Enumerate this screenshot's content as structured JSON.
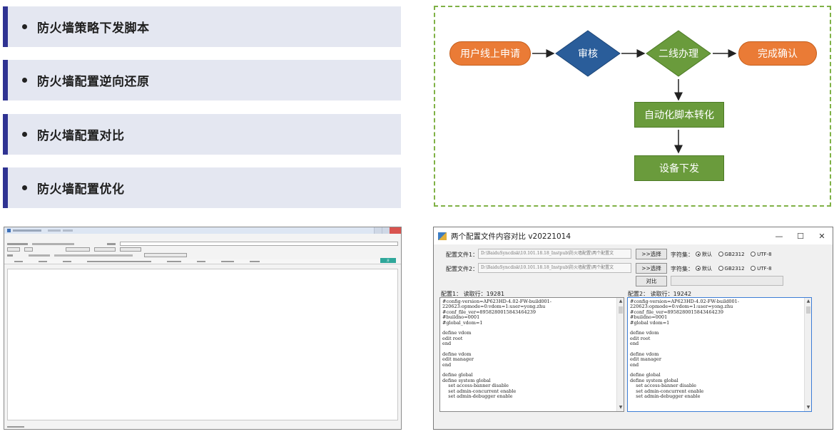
{
  "bullets": [
    {
      "text": "防火墙策略下发脚本"
    },
    {
      "text": "防火墙配置逆向还原"
    },
    {
      "text": "防火墙配置对比"
    },
    {
      "text": "防火墙配置优化"
    }
  ],
  "flow": {
    "n1": "用户线上申请",
    "n2": "审核",
    "n3": "二线办理",
    "n4": "完成确认",
    "n5": "自动化脚本转化",
    "n6": "设备下发"
  },
  "colors": {
    "accent_bar": "#2f3392",
    "card_bg": "#e4e7f1",
    "orange": "#ea7b36",
    "blue_diamond": "#2a5d9a",
    "green": "#6a9b3c",
    "border_green": "#7fb145"
  },
  "compare_app": {
    "title": "两个配置文件内容对比 v20221014",
    "win_min": "—",
    "win_max": "☐",
    "win_close": "✕",
    "file1_label": "配置文件1：",
    "file2_label": "配置文件2：",
    "file1_path": "D:\\BaiduSyncdisk\\10.101.18.18_Instpub\\防火墙配置\\两个配置文",
    "file2_path": "D:\\BaiduSyncdisk\\10.101.18.18_Instpub\\防火墙配置\\两个配置文",
    "choose_btn": ">>选择",
    "charset_label": "字符集：",
    "opt_default": "默认",
    "opt_gb2312": "GB2312",
    "opt_utf8": "UTF-8",
    "compare_btn": "对比",
    "left_header": "配置1：  读取行：19281",
    "right_header": "配置2：  读取行：19242",
    "left_lines": [
      "#config-version=AP623HD-4.02-FW-build001-",
      "220623:opmode=0:vdom=1:user=yong.zhu",
      "#conf_file_ver=8958280015843464239",
      "#buildno=0001",
      "#global_vdom=1",
      "",
      "define vdom",
      "edit root",
      "end",
      "",
      "define vdom",
      "edit manager",
      "end",
      "",
      "define global",
      "define system global",
      "    set access-banner disable",
      "    set admin-concurrent enable",
      "    set admin-debugger enable"
    ],
    "right_lines": [
      "#config-version=AP623HD-4.02-FW-build001-",
      "220623:opmode=0:vdom=1:user=yong.zhu",
      "#conf_file_ver=8958280015843464239",
      "#buildno=0001",
      "#global vdom=1",
      "",
      "define vdom",
      "edit root",
      "end",
      "",
      "define vdom",
      "edit manager",
      "end",
      "",
      "define global",
      "define system global",
      "    set access-banner disable",
      "    set admin-concurrent enable",
      "    set admin-debugger enable"
    ]
  },
  "policy_app": {
    "go_btn": "开"
  }
}
